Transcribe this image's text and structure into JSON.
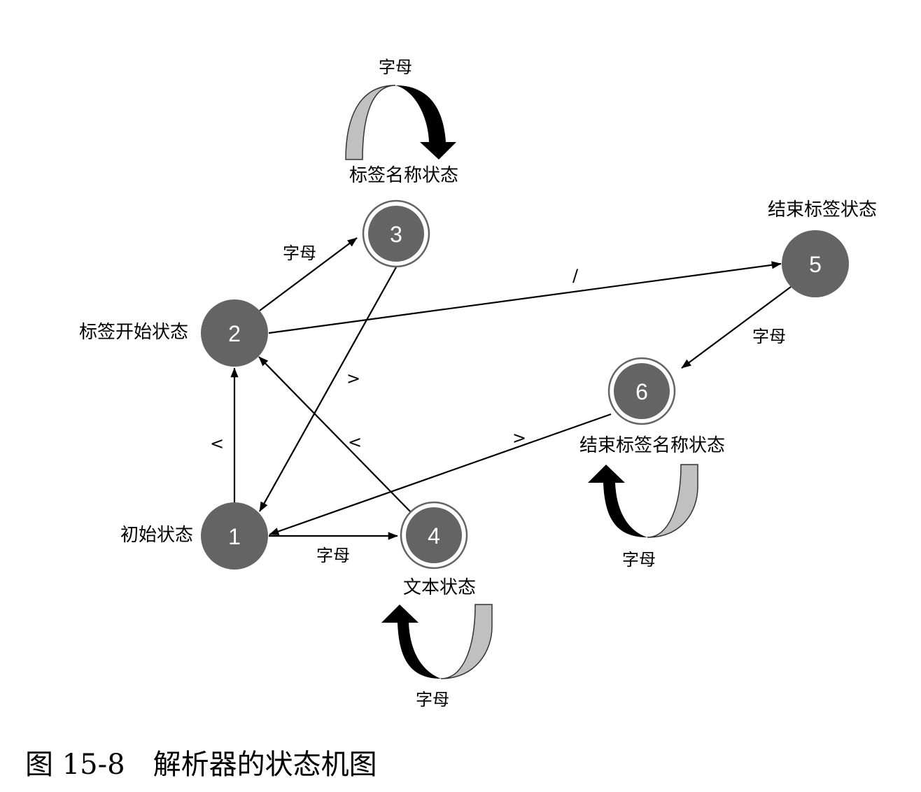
{
  "diagram": {
    "states": [
      {
        "id": "1",
        "number": "1",
        "label": "初始状态"
      },
      {
        "id": "2",
        "number": "2",
        "label": "标签开始状态"
      },
      {
        "id": "3",
        "number": "3",
        "label": "标签名称状态"
      },
      {
        "id": "4",
        "number": "4",
        "label": "文本状态"
      },
      {
        "id": "5",
        "number": "5",
        "label": "结束标签状态"
      },
      {
        "id": "6",
        "number": "6",
        "label": "结束标签名称状态"
      }
    ],
    "transitions": [
      {
        "from": "1",
        "to": "2",
        "label": "<"
      },
      {
        "from": "1",
        "to": "4",
        "label": "字母"
      },
      {
        "from": "2",
        "to": "3",
        "label": "字母"
      },
      {
        "from": "2",
        "to": "5",
        "label": "/"
      },
      {
        "from": "3",
        "to": "1",
        "label": ">"
      },
      {
        "from": "4",
        "to": "2",
        "label": "<"
      },
      {
        "from": "5",
        "to": "6",
        "label": "字母"
      },
      {
        "from": "6",
        "to": "1",
        "label": ">"
      }
    ],
    "self_loops": [
      {
        "state": "3",
        "label": "字母"
      },
      {
        "state": "4",
        "label": "字母"
      },
      {
        "state": "6",
        "label": "字母"
      }
    ]
  },
  "caption": "图 15-8　解析器的状态机图",
  "colors": {
    "node_fill": "#646464",
    "loop_dark": "#000000",
    "loop_light": "#c0c0c0"
  }
}
